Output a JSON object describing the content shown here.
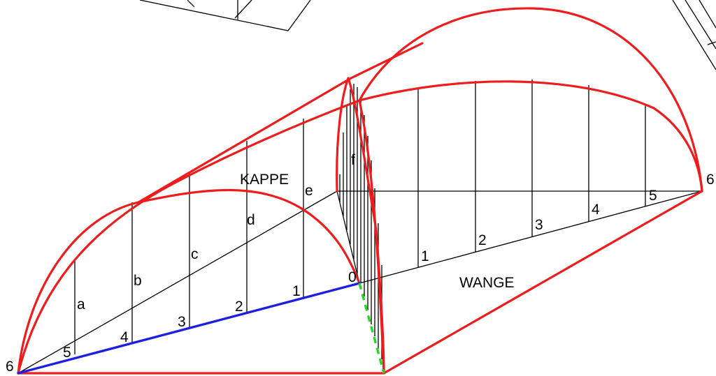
{
  "colors": {
    "outline": "#ee1c1c",
    "construction": "#000000",
    "base_edge": "#1f1fe0",
    "section_edge": "#1fdc1f"
  },
  "labels": {
    "kappe": "KAPPE",
    "wange": "WANGE",
    "left_corner": "6",
    "right_corner": "6",
    "origin": "0",
    "kappe_letters": [
      "a",
      "b",
      "c",
      "d",
      "e",
      "f"
    ],
    "kappe_numbers": [
      "5",
      "4",
      "3",
      "2",
      "1"
    ],
    "wange_numbers": [
      "1",
      "2",
      "3",
      "4",
      "5"
    ]
  }
}
